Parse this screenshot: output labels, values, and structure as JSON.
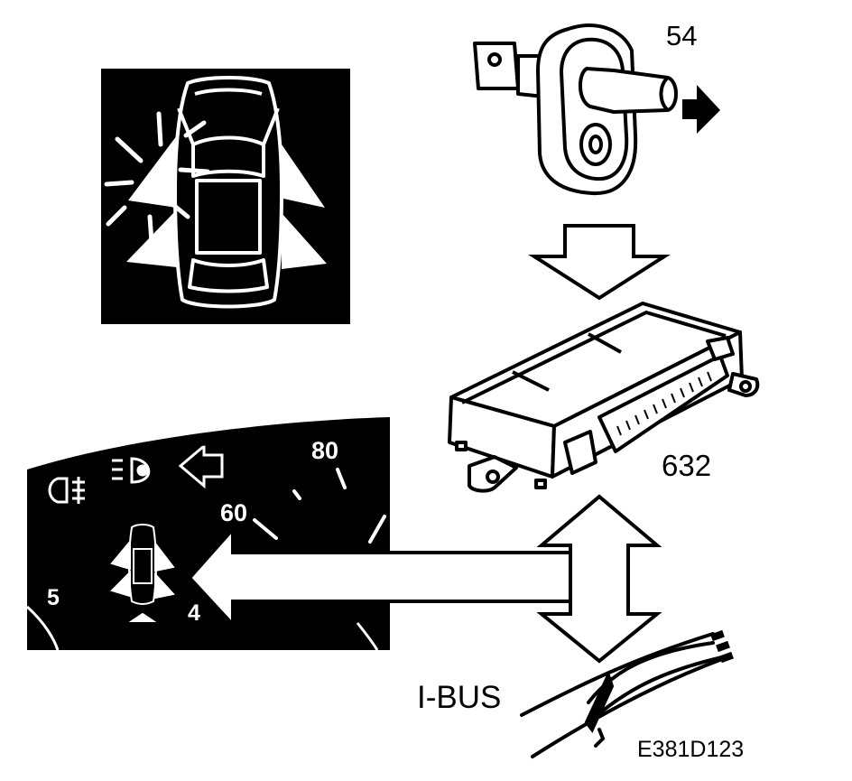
{
  "labels": {
    "door_switch": "54",
    "control_module": "632",
    "bus": "I-BUS",
    "figure_code": "E381D123"
  },
  "speedometer": {
    "mark_80": "80",
    "mark_60": "60",
    "mark_5": "5",
    "mark_4": "4"
  },
  "colors": {
    "ink": "#000000",
    "paper": "#ffffff"
  }
}
